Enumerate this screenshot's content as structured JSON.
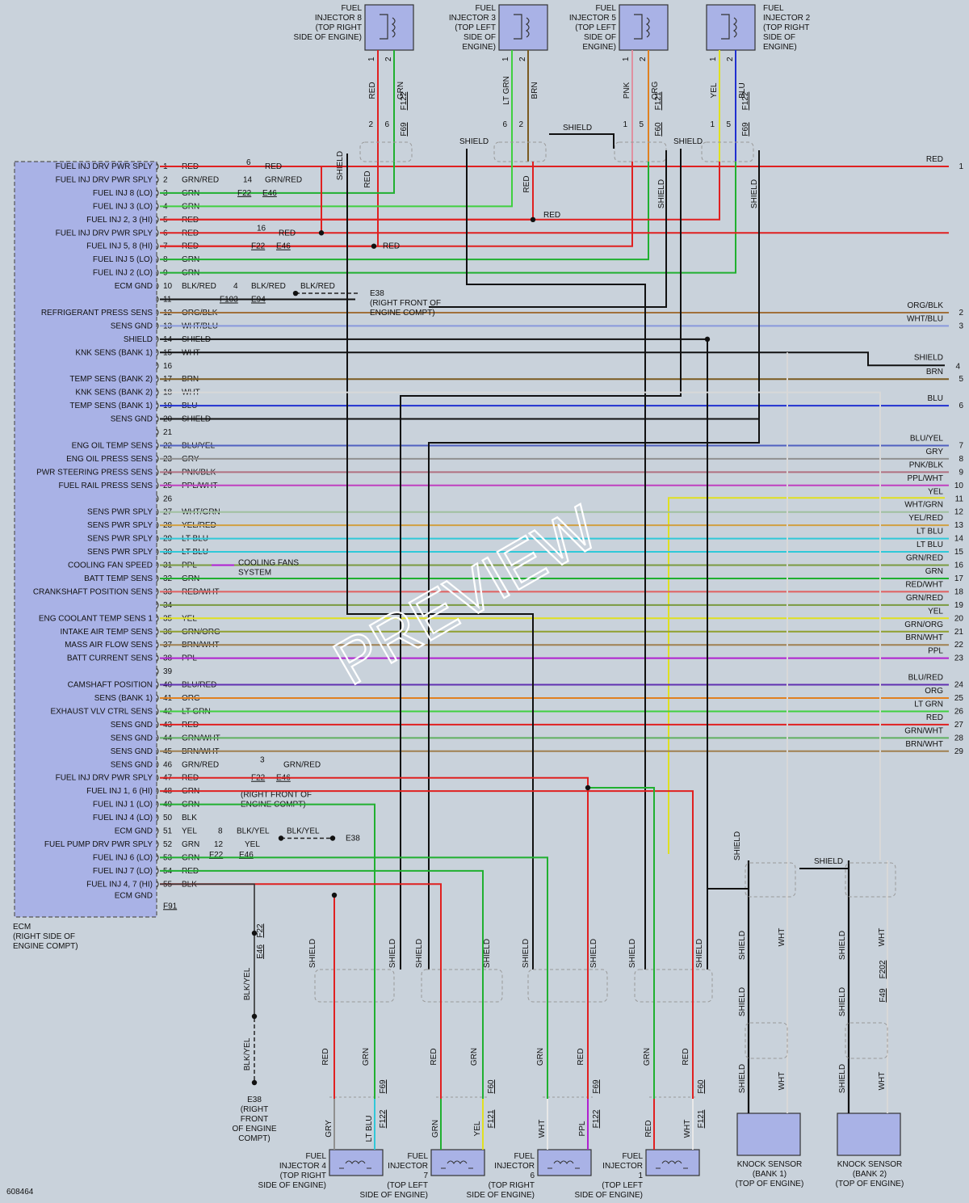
{
  "ecm": {
    "pins": [
      {
        "n": "1",
        "label": "FUEL INJ DRV PWR SPLY",
        "wire": "RED",
        "color": "#e02020"
      },
      {
        "n": "2",
        "label": "FUEL INJ DRV PWR SPLY",
        "wire": "GRN/RED",
        "color": "#7a9a40"
      },
      {
        "n": "3",
        "label": "FUEL INJ 8 (LO)",
        "wire": "GRN",
        "color": "#20b030"
      },
      {
        "n": "4",
        "label": "FUEL INJ 3 (LO)",
        "wire": "GRN",
        "color": "#20b030"
      },
      {
        "n": "5",
        "label": "FUEL INJ 2, 3 (HI)",
        "wire": "RED",
        "color": "#e02020"
      },
      {
        "n": "6",
        "label": "FUEL INJ DRV PWR SPLY",
        "wire": "RED",
        "color": "#e02020"
      },
      {
        "n": "7",
        "label": "FUEL INJ 5, 8 (HI)",
        "wire": "RED",
        "color": "#e02020"
      },
      {
        "n": "8",
        "label": "FUEL INJ 5 (LO)",
        "wire": "GRN",
        "color": "#20b030"
      },
      {
        "n": "9",
        "label": "FUEL INJ 2 (LO)",
        "wire": "GRN",
        "color": "#20b030"
      },
      {
        "n": "10",
        "label": "ECM GND",
        "wire": "BLK/RED",
        "color": "#333333"
      },
      {
        "n": "11",
        "label": "",
        "wire": "",
        "color": "#333333"
      },
      {
        "n": "12",
        "label": "REFRIGERANT PRESS SENS",
        "wire": "ORG/BLK",
        "color": "#a0703a"
      },
      {
        "n": "13",
        "label": "SENS GND",
        "wire": "WHT/BLU",
        "color": "#8899dd"
      },
      {
        "n": "14",
        "label": "SHIELD",
        "wire": "SHIELD",
        "color": "#111111"
      },
      {
        "n": "15",
        "label": "KNK SENS (BANK 1)",
        "wire": "WHT",
        "color": "#e8e8e8"
      },
      {
        "n": "16",
        "label": "",
        "wire": "",
        "color": "#333333"
      },
      {
        "n": "17",
        "label": "TEMP SENS (BANK 2)",
        "wire": "BRN",
        "color": "#7a5a20"
      },
      {
        "n": "18",
        "label": "KNK SENS (BANK 2)",
        "wire": "WHT",
        "color": "#e8e8e8"
      },
      {
        "n": "19",
        "label": "TEMP SENS (BANK 1)",
        "wire": "BLU",
        "color": "#2030d0"
      },
      {
        "n": "20",
        "label": "SENS GND",
        "wire": "SHIELD",
        "color": "#111111"
      },
      {
        "n": "21",
        "label": "",
        "wire": "",
        "color": "#333333"
      },
      {
        "n": "22",
        "label": "ENG OIL TEMP SENS",
        "wire": "BLU/YEL",
        "color": "#5060c0"
      },
      {
        "n": "23",
        "label": "ENG OIL PRESS SENS",
        "wire": "GRY",
        "color": "#909090"
      },
      {
        "n": "24",
        "label": "PWR STEERING PRESS SENS",
        "wire": "PNK/BLK",
        "color": "#b07080"
      },
      {
        "n": "25",
        "label": "FUEL RAIL PRESS SENS",
        "wire": "PPL/WHT",
        "color": "#c040c0"
      },
      {
        "n": "26",
        "label": "",
        "wire": "",
        "color": "#333333"
      },
      {
        "n": "27",
        "label": "SENS PWR SPLY",
        "wire": "WHT/GRN",
        "color": "#a0c0a0"
      },
      {
        "n": "28",
        "label": "SENS PWR SPLY",
        "wire": "YEL/RED",
        "color": "#d0a040"
      },
      {
        "n": "29",
        "label": "SENS PWR SPLY",
        "wire": "LT BLU",
        "color": "#30c8d8"
      },
      {
        "n": "30",
        "label": "SENS PWR SPLY",
        "wire": "LT BLU",
        "color": "#30c8d8"
      },
      {
        "n": "31",
        "label": "COOLING FAN SPEED",
        "wire": "PPL",
        "color": "#b020d0"
      },
      {
        "n": "32",
        "label": "BATT TEMP SENS",
        "wire": "GRN",
        "color": "#20b030"
      },
      {
        "n": "33",
        "label": "CRANKSHAFT POSITION SENS",
        "wire": "RED/WHT",
        "color": "#e06060"
      },
      {
        "n": "34",
        "label": "",
        "wire": "",
        "color": "#333333"
      },
      {
        "n": "35",
        "label": "ENG COOLANT TEMP SENS 1",
        "wire": "YEL",
        "color": "#e0e020"
      },
      {
        "n": "36",
        "label": "INTAKE AIR TEMP SENS",
        "wire": "GRN/ORG",
        "color": "#90a030"
      },
      {
        "n": "37",
        "label": "MASS AIR FLOW SENS",
        "wire": "BRN/WHT",
        "color": "#a08050"
      },
      {
        "n": "38",
        "label": "BATT CURRENT SENS",
        "wire": "PPL",
        "color": "#b020d0"
      },
      {
        "n": "39",
        "label": "",
        "wire": "",
        "color": "#333333"
      },
      {
        "n": "40",
        "label": "CAMSHAFT POSITION",
        "wire": "BLU/RED",
        "color": "#6030b0"
      },
      {
        "n": "41",
        "label": "SENS (BANK 1)",
        "wire": "ORG",
        "color": "#e08020"
      },
      {
        "n": "42",
        "label": "EXHAUST VLV CTRL SENS",
        "wire": "LT GRN",
        "color": "#40d040"
      },
      {
        "n": "43",
        "label": "SENS GND",
        "wire": "RED",
        "color": "#e02020"
      },
      {
        "n": "44",
        "label": "SENS GND",
        "wire": "GRN/WHT",
        "color": "#60b060"
      },
      {
        "n": "45",
        "label": "SENS GND",
        "wire": "BRN/WHT",
        "color": "#a08050"
      },
      {
        "n": "46",
        "label": "SENS GND",
        "wire": "GRN/RED",
        "color": "#7a9a40"
      },
      {
        "n": "47",
        "label": "FUEL INJ DRV PWR SPLY",
        "wire": "RED",
        "color": "#e02020"
      },
      {
        "n": "48",
        "label": "FUEL INJ 1, 6 (HI)",
        "wire": "GRN",
        "color": "#20b030"
      },
      {
        "n": "49",
        "label": "FUEL INJ 1 (LO)",
        "wire": "GRN",
        "color": "#20b030"
      },
      {
        "n": "50",
        "label": "FUEL INJ 4 (LO)",
        "wire": "BLK",
        "color": "#111111"
      },
      {
        "n": "51",
        "label": "ECM GND",
        "wire": "YEL",
        "color": "#e0e020"
      },
      {
        "n": "52",
        "label": "FUEL PUMP DRV PWR SPLY",
        "wire": "GRN",
        "color": "#20b030"
      },
      {
        "n": "53",
        "label": "FUEL INJ 6 (LO)",
        "wire": "GRN",
        "color": "#20b030"
      },
      {
        "n": "54",
        "label": "FUEL INJ 7 (LO)",
        "wire": "RED",
        "color": "#e02020"
      },
      {
        "n": "55",
        "label": "FUEL INJ 4, 7 (HI)",
        "wire": "BLK",
        "color": "#111111"
      }
    ],
    "extra_labels": [
      "ECM GND"
    ],
    "connector_f91": "F91",
    "caption": [
      "ECM",
      "(RIGHT SIDE OF",
      "ENGINE COMPT)"
    ]
  },
  "right_terms": [
    {
      "row": 1,
      "n": "1",
      "wire": "RED",
      "color": "#e02020"
    },
    {
      "row": 12,
      "n": "2",
      "wire": "ORG/BLK",
      "color": "#a0703a"
    },
    {
      "row": 13,
      "n": "3",
      "wire": "WHT/BLU",
      "color": "#8899dd"
    },
    {
      "row": 15,
      "n": "4",
      "wire": "SHIELD",
      "color": "#111111"
    },
    {
      "row": 17,
      "n": "5",
      "wire": "BRN",
      "color": "#7a5a20"
    },
    {
      "row": 19,
      "n": "6",
      "wire": "BLU",
      "color": "#2030d0"
    },
    {
      "row": 22,
      "n": "7",
      "wire": "BLU/YEL",
      "color": "#5060c0"
    },
    {
      "row": 23,
      "n": "8",
      "wire": "GRY",
      "color": "#909090"
    },
    {
      "row": 24,
      "n": "9",
      "wire": "PNK/BLK",
      "color": "#b07080"
    },
    {
      "row": 25,
      "n": "10",
      "wire": "PPL/WHT",
      "color": "#c040c0"
    },
    {
      "row": 26,
      "n": "11",
      "wire": "YEL",
      "color": "#e0e020"
    },
    {
      "row": 27,
      "n": "12",
      "wire": "WHT/GRN",
      "color": "#a0c0a0"
    },
    {
      "row": 28,
      "n": "13",
      "wire": "YEL/RED",
      "color": "#d0a040"
    },
    {
      "row": 29,
      "n": "14",
      "wire": "LT BLU",
      "color": "#30c8d8"
    },
    {
      "row": 30,
      "n": "15",
      "wire": "LT BLU",
      "color": "#30c8d8"
    },
    {
      "row": 31,
      "n": "16",
      "wire": "GRN/RED",
      "color": "#7a9a40"
    },
    {
      "row": 32,
      "n": "17",
      "wire": "GRN",
      "color": "#20b030"
    },
    {
      "row": 33,
      "n": "18",
      "wire": "RED/WHT",
      "color": "#e06060"
    },
    {
      "row": 34,
      "n": "19",
      "wire": "GRN/RED",
      "color": "#7a9a40"
    },
    {
      "row": 35,
      "n": "20",
      "wire": "YEL",
      "color": "#e0e020"
    },
    {
      "row": 36,
      "n": "21",
      "wire": "GRN/ORG",
      "color": "#90a030"
    },
    {
      "row": 37,
      "n": "22",
      "wire": "BRN/WHT",
      "color": "#a08050"
    },
    {
      "row": 38,
      "n": "23",
      "wire": "PPL",
      "color": "#b020d0"
    },
    {
      "row": 40,
      "n": "24",
      "wire": "BLU/RED",
      "color": "#6030b0"
    },
    {
      "row": 41,
      "n": "25",
      "wire": "ORG",
      "color": "#e08020"
    },
    {
      "row": 42,
      "n": "26",
      "wire": "LT GRN",
      "color": "#40d040"
    },
    {
      "row": 43,
      "n": "27",
      "wire": "RED",
      "color": "#e02020"
    },
    {
      "row": 44,
      "n": "28",
      "wire": "GRN/WHT",
      "color": "#60b060"
    },
    {
      "row": 45,
      "n": "29",
      "wire": "BRN/WHT",
      "color": "#a08050"
    }
  ],
  "top_injectors": [
    {
      "name": [
        "FUEL",
        "INJECTOR 8",
        "(TOP RIGHT",
        "SIDE OF ENGINE)"
      ],
      "w1": "RED",
      "w2": "GRN",
      "c1": "#e02020",
      "c2": "#20b030",
      "conn": "F122",
      "conn2": "F69",
      "p1": "2",
      "p2": "6"
    },
    {
      "name": [
        "FUEL",
        "INJECTOR 3",
        "(TOP LEFT",
        "SIDE OF",
        "ENGINE)"
      ],
      "w1": "LT GRN",
      "w2": "BRN",
      "c1": "#40d040",
      "c2": "#7a5a20",
      "conn": "",
      "conn2": "",
      "p1": "6",
      "p2": "2"
    },
    {
      "name": [
        "FUEL",
        "INJECTOR 5",
        "(TOP LEFT",
        "SIDE OF",
        "ENGINE)"
      ],
      "w1": "PNK",
      "w2": "ORG",
      "c1": "#e090a0",
      "c2": "#e08020",
      "conn": "F121",
      "conn2": "F60",
      "p1": "1",
      "p2": "5"
    },
    {
      "name": [
        "FUEL",
        "INJECTOR 2",
        "(TOP RIGHT",
        "SIDE OF",
        "ENGINE)"
      ],
      "w1": "YEL",
      "w2": "BLU",
      "c1": "#e0e020",
      "c2": "#2030d0",
      "conn": "F122",
      "conn2": "F69",
      "p1": "1",
      "p2": "5"
    }
  ],
  "bottom_injectors": [
    {
      "name": [
        "FUEL",
        "INJECTOR 4",
        "(TOP RIGHT",
        "SIDE OF ENGINE)"
      ],
      "w1": "GRY",
      "w2": "LT BLU",
      "c1": "#909090",
      "c2": "#30c8d8",
      "conn": "F122",
      "conn2": "F69"
    },
    {
      "name": [
        "FUEL",
        "INJECTOR",
        "7",
        "(TOP LEFT",
        "SIDE OF ENGINE)"
      ],
      "w1": "GRN",
      "w2": "YEL",
      "c1": "#20b030",
      "c2": "#e0e020",
      "conn": "F121",
      "conn2": "F60"
    },
    {
      "name": [
        "FUEL",
        "INJECTOR",
        "6",
        "(TOP RIGHT",
        "SIDE OF ENGINE)"
      ],
      "w1": "WHT",
      "w2": "PPL",
      "c1": "#e8e8e8",
      "c2": "#b020d0",
      "conn": "F122",
      "conn2": "F69"
    },
    {
      "name": [
        "FUEL",
        "INJECTOR",
        "1",
        "(TOP LEFT",
        "SIDE OF ENGINE)"
      ],
      "w1": "RED",
      "w2": "WHT",
      "c1": "#e02020",
      "c2": "#e8e8e8",
      "conn": "F121",
      "conn2": "F60"
    }
  ],
  "knock_sensors": [
    {
      "name": [
        "KNOCK SENSOR",
        "(BANK 1)",
        "(TOP OF ENGINE)"
      ]
    },
    {
      "name": [
        "KNOCK SENSOR",
        "(BANK 2)",
        "(TOP OF ENGINE)"
      ]
    }
  ],
  "annotations": {
    "e38_top": [
      "E38",
      "(RIGHT FRONT OF",
      "ENGINE COMPT)"
    ],
    "e38_mid": [
      "(RIGHT FRONT OF",
      "ENGINE COMPT)"
    ],
    "e38_bottom": [
      "E38",
      "(RIGHT",
      "FRONT",
      "OF ENGINE",
      "COMPT)"
    ],
    "cooling_fans": [
      "COOLING FANS",
      "SYSTEM"
    ],
    "figure_id": "608464",
    "watermark": "PREVIEW"
  }
}
